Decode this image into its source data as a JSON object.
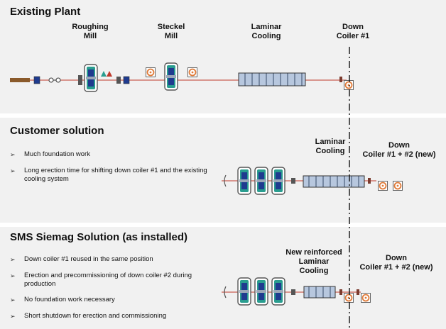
{
  "sections": [
    {
      "title": "Existing Plant",
      "labels": {
        "roughing": [
          "Roughing",
          "Mill"
        ],
        "steckel": [
          "Steckel",
          "Mill"
        ],
        "laminar": [
          "Laminar",
          "Cooling"
        ],
        "coiler": [
          "Down",
          "Coiler #1"
        ]
      },
      "bullets": []
    },
    {
      "title": "Customer solution",
      "labels": {
        "laminar": [
          "Laminar",
          "Cooling"
        ],
        "coiler": [
          "Down",
          "Coiler #1 + #2 (new)"
        ]
      },
      "bullets": [
        "Much foundation work",
        "Long erection time for shifting down coiler #1 and the existing cooling system"
      ]
    },
    {
      "title": "SMS Siemag Solution (as installed)",
      "labels": {
        "laminar": [
          "New reinforced",
          "Laminar",
          "Cooling"
        ],
        "coiler": [
          "Down",
          "Coiler #1 + #2 (new)"
        ]
      },
      "bullets": [
        "Down coiler #1 reused in the same position",
        "Erection and precommissioning of down coiler #2 during production",
        "No foundation work necessary",
        "Short shutdown for erection and commissioning"
      ]
    }
  ],
  "colors": {
    "line": "#c0392b",
    "stand_outline": "#555555",
    "stand_teal": "#2a9d8f",
    "stand_blue": "#1f3b8f",
    "cooling_fill": "#8ea6c8",
    "coiler_orange": "#e07b39",
    "slab_brown": "#8a5a2b",
    "dashed_divider": "#111111"
  },
  "icons": [
    "slab",
    "descaler",
    "roughing-mill-stand",
    "furnace-coil",
    "steckel-mill-stand",
    "laminar-cooling-bank",
    "down-coiler",
    "pinch-roll"
  ]
}
